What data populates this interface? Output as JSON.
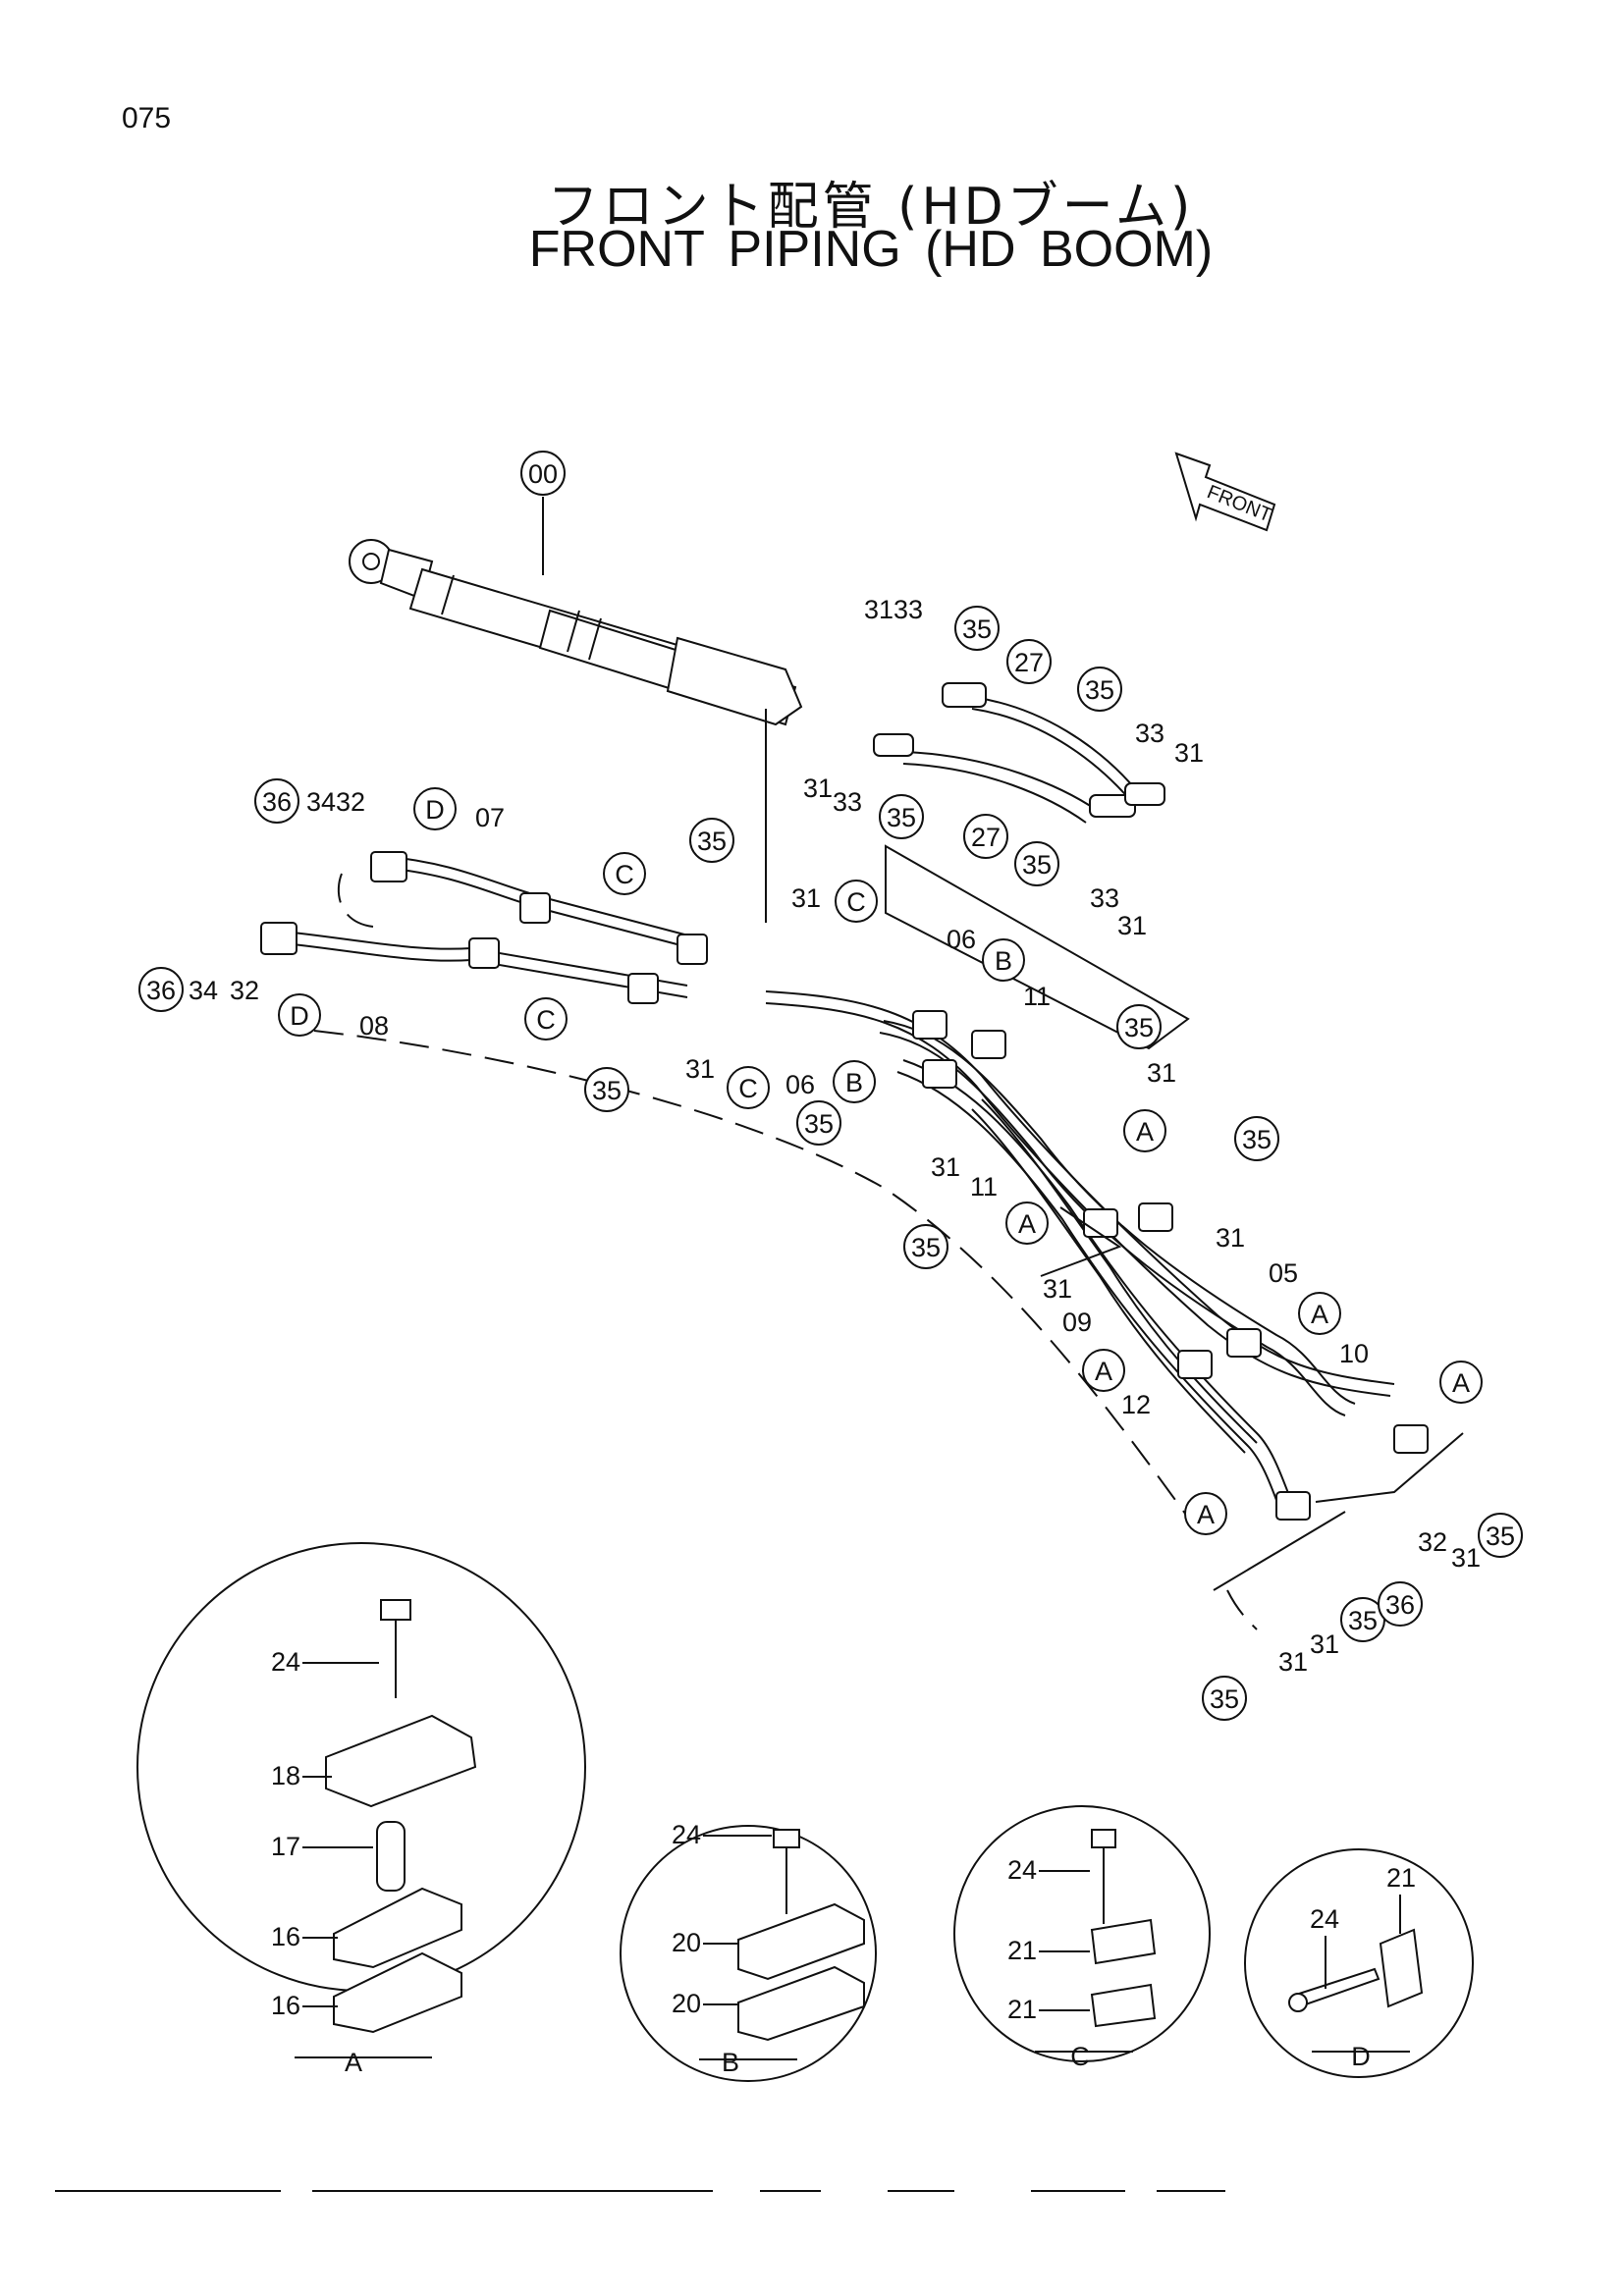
{
  "page_number": "075",
  "title_jp": "フロント配管 (HDブーム)",
  "title_en": "FRONT    PIPING (HD    BOOM)",
  "front_arrow_label": "FRONT",
  "callouts": {
    "c00": "00",
    "c27a": "27",
    "c27b": "27",
    "c35a": "35",
    "c35b": "35",
    "c35c": "35",
    "c35d": "35",
    "c35e": "35",
    "c35f": "35",
    "c35g": "35",
    "c35h": "35",
    "c35i": "35",
    "c35j": "35",
    "c35k": "35",
    "c35l": "35",
    "c36a": "36",
    "c36b": "36",
    "c36c": "36"
  },
  "letters": {
    "A1": "A",
    "A2": "A",
    "A3": "A",
    "A4": "A",
    "A5": "A",
    "A6": "A",
    "B1": "B",
    "B2": "B",
    "C1": "C",
    "C2": "C",
    "C3": "C",
    "C4": "C",
    "D1": "D",
    "D2": "D"
  },
  "labels": {
    "l3133": "3133",
    "l3133b": "31",
    "l3133c": "33",
    "l33a": "33",
    "l31a": "31",
    "l33b": "33",
    "l31b": "31",
    "l3432": "3432",
    "l07": "07",
    "l34": "34",
    "l32": "32",
    "l31c": "31",
    "l08": "08",
    "l31d": "31",
    "l06a": "06",
    "l06b": "06",
    "l11a": "11",
    "l31e": "31",
    "l31f": "31",
    "l11b": "11",
    "l31g": "31",
    "l31h": "31",
    "l05": "05",
    "l09": "09",
    "l10": "10",
    "l12": "12",
    "l32b": "32",
    "l31i": "31",
    "l31j": "31",
    "l31k": "31"
  },
  "details": {
    "A": {
      "caption": "A",
      "parts": [
        "24",
        "18",
        "17",
        "16",
        "16"
      ]
    },
    "B": {
      "caption": "B",
      "parts": [
        "24",
        "20",
        "20"
      ]
    },
    "C": {
      "caption": "C",
      "parts": [
        "24",
        "21",
        "21"
      ]
    },
    "D": {
      "caption": "D",
      "parts": [
        "21",
        "24"
      ]
    }
  }
}
